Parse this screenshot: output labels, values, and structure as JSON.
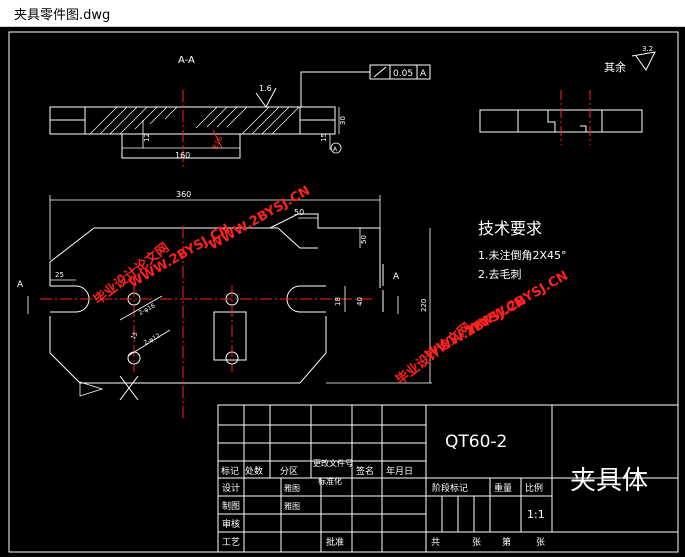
{
  "window": {
    "title": "夹具零件图.dwg"
  },
  "drawing": {
    "section_label": "A-A",
    "surface_roughness_main": "1.6",
    "tolerance_value": "0.05",
    "tolerance_datum": "A",
    "datum_circle": "A",
    "remaining_roughness_value": "3.2",
    "remaining_roughness_text": "其余",
    "dims": {
      "slot_width": "160",
      "height_12": "12",
      "height_30": "30",
      "height_15": "15",
      "radius_label": "R16",
      "overall_length": "360",
      "top_step": "50",
      "side_50": "50",
      "left_25": "25",
      "hole_16": "2-φ16",
      "hole_12": "2-φ12",
      "depth_15": "15",
      "width_18": "18",
      "width_40": "40",
      "height_220": "220"
    },
    "tech_req": {
      "title": "技术要求",
      "line1": "1.未注倒角2X45°",
      "line2": "2.去毛刺"
    },
    "watermarks": [
      "WWW.2BYSJ.CN",
      "毕业设计论文网"
    ],
    "section_mark_left": "A",
    "section_mark_right": "A"
  },
  "title_block": {
    "material": "QT60-2",
    "part_name": "夹具体",
    "labels": {
      "biaoji": "标记",
      "chushu": "处数",
      "fenqu": "分区",
      "gengai": "更改文件号",
      "qianming": "签名",
      "nianyueri": "年月日",
      "sheji": "设计",
      "biaozhunhua": "标准化",
      "zhitu": "制图",
      "shenhe": "审核",
      "gongyi": "工艺",
      "pizhun": "批准",
      "jieduan": "阶段标记",
      "zhongliang": "重量",
      "bili": "比例",
      "scale": "1:1",
      "gong": "共",
      "zhang1": "张",
      "di": "第",
      "zhang2": "张",
      "cutu1": "雅图",
      "cutu2": "雅图"
    }
  }
}
